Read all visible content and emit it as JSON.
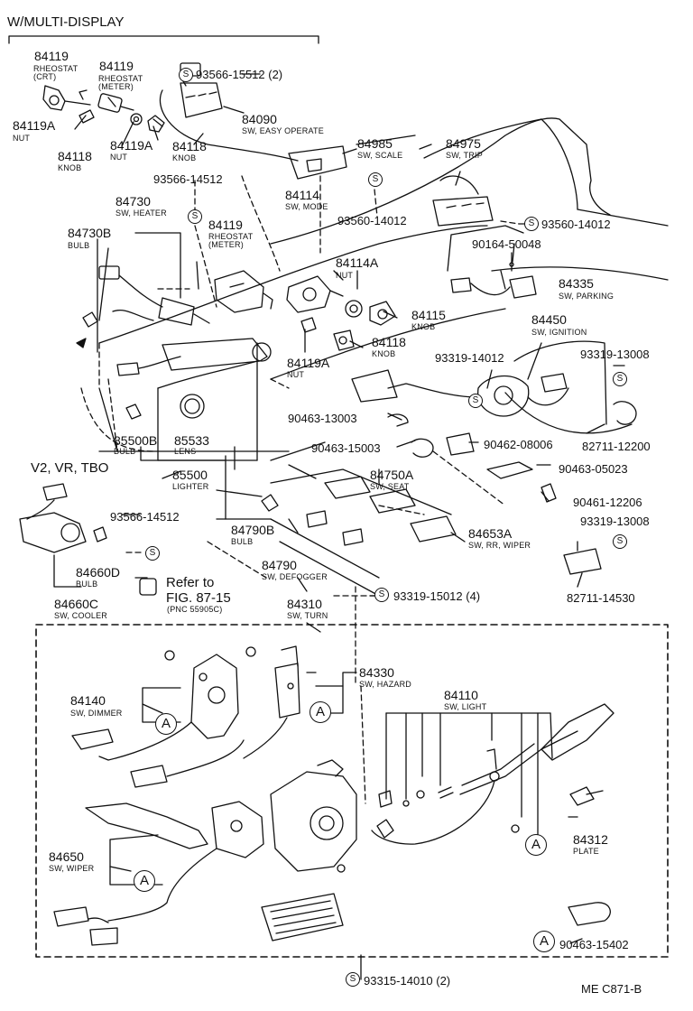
{
  "header": {
    "title": "W/MULTI-DISPLAY"
  },
  "parts": [
    {
      "id": "p84119a",
      "number": "84119",
      "desc": "RHEOSTAT\n(CRT)"
    },
    {
      "id": "p84119b",
      "number": "84119",
      "desc": "RHEOSTAT\n(METER)"
    },
    {
      "id": "p93566_15512",
      "number": "93566-15512 (2)"
    },
    {
      "id": "p84090",
      "number": "84090",
      "desc": "SW, EASY OPERATE"
    },
    {
      "id": "p84119A_1",
      "number": "84119A",
      "desc": "NUT"
    },
    {
      "id": "p84118_1",
      "number": "84118",
      "desc": "KNOB"
    },
    {
      "id": "p84119A_2",
      "number": "84119A",
      "desc": "NUT"
    },
    {
      "id": "p84118_2",
      "number": "84118",
      "desc": "KNOB"
    },
    {
      "id": "p84985",
      "number": "84985",
      "desc": "SW, SCALE"
    },
    {
      "id": "p84975",
      "number": "84975",
      "desc": "SW, TRIP"
    },
    {
      "id": "p93566_14512a",
      "number": "93566-14512"
    },
    {
      "id": "p84730",
      "number": "84730",
      "desc": "SW, HEATER"
    },
    {
      "id": "p84114",
      "number": "84114",
      "desc": "SW, MODE"
    },
    {
      "id": "p93560_14012a",
      "number": "93560-14012"
    },
    {
      "id": "p93560_14012b",
      "number": "93560-14012"
    },
    {
      "id": "p84730B",
      "number": "84730B",
      "desc": "BULB"
    },
    {
      "id": "p84119c",
      "number": "84119",
      "desc": "RHEOSTAT\n(METER)"
    },
    {
      "id": "p90164",
      "number": "90164-50048"
    },
    {
      "id": "p84114A",
      "number": "84114A",
      "desc": "NUT"
    },
    {
      "id": "p84335",
      "number": "84335",
      "desc": "SW, PARKING"
    },
    {
      "id": "p84115",
      "number": "84115",
      "desc": "KNOB"
    },
    {
      "id": "p84450",
      "number": "84450",
      "desc": "SW, IGNITION"
    },
    {
      "id": "p84118_3",
      "number": "84118",
      "desc": "KNOB"
    },
    {
      "id": "p84119A_3",
      "number": "84119A",
      "desc": "NUT"
    },
    {
      "id": "p93319_14012",
      "number": "93319-14012"
    },
    {
      "id": "p93319_13008a",
      "number": "93319-13008"
    },
    {
      "id": "p90463_13003",
      "number": "90463-13003"
    },
    {
      "id": "p85500B",
      "number": "85500B",
      "desc": "BULB"
    },
    {
      "id": "p85533",
      "number": "85533",
      "desc": "LENS"
    },
    {
      "id": "p90463_15003",
      "number": "90463-15003"
    },
    {
      "id": "p90462_08006",
      "number": "90462-08006"
    },
    {
      "id": "p82711_12200",
      "number": "82711-12200"
    },
    {
      "id": "pV2",
      "number": "V2, VR, TBO"
    },
    {
      "id": "p85500",
      "number": "85500",
      "desc": "LIGHTER"
    },
    {
      "id": "p84750A",
      "number": "84750A",
      "desc": "SW, SEAT"
    },
    {
      "id": "p90463_05023",
      "number": "90463-05023"
    },
    {
      "id": "p90461_12206",
      "number": "90461-12206"
    },
    {
      "id": "p93566_14512b",
      "number": "93566-14512"
    },
    {
      "id": "p84790B",
      "number": "84790B",
      "desc": "BULB"
    },
    {
      "id": "p84653A",
      "number": "84653A",
      "desc": "SW, RR, WIPER"
    },
    {
      "id": "p93319_13008b",
      "number": "93319-13008"
    },
    {
      "id": "p84660D",
      "number": "84660D",
      "desc": "BULB"
    },
    {
      "id": "p84790",
      "number": "84790",
      "desc": "SW, DEFOGGER"
    },
    {
      "id": "p93319_15012",
      "number": "93319-15012 (4)"
    },
    {
      "id": "p82711_14530",
      "number": "82711-14530"
    },
    {
      "id": "p84660C",
      "number": "84660C",
      "desc": "SW, COOLER"
    },
    {
      "id": "p84310",
      "number": "84310",
      "desc": "SW, TURN"
    },
    {
      "id": "p84140",
      "number": "84140",
      "desc": "SW, DIMMER"
    },
    {
      "id": "p84330",
      "number": "84330",
      "desc": "SW, HAZARD"
    },
    {
      "id": "p84110",
      "number": "84110",
      "desc": "SW, LIGHT"
    },
    {
      "id": "p84650",
      "number": "84650",
      "desc": "SW, WIPER"
    },
    {
      "id": "p84312",
      "number": "84312",
      "desc": "PLATE"
    },
    {
      "id": "p90463_15402",
      "number": "90463-15402"
    },
    {
      "id": "p93315_14010",
      "number": "93315-14010 (2)"
    }
  ],
  "reference": {
    "line1": "Refer to",
    "line2": "FIG. 87-15",
    "line3": "(PNC 55905C)"
  },
  "callout_symbols": {
    "screw": "S",
    "group": "A"
  },
  "footer": {
    "code": "ME C871-B"
  }
}
